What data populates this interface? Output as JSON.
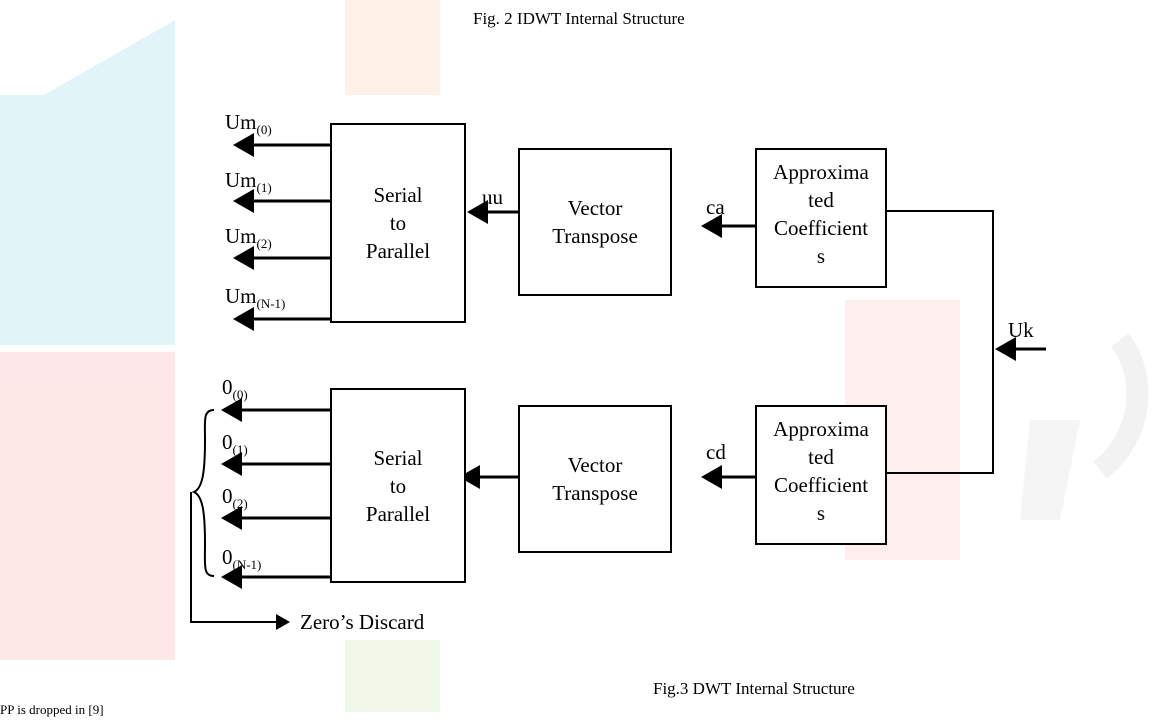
{
  "caption_top": "Fig. 2 IDWT Internal Structure",
  "caption_bottom": "Fig.3 DWT Internal Structure",
  "footer_partial": "PP is dropped in [9]",
  "top_branch": {
    "serial_parallel": "Serial\nto\nParallel",
    "vector_transpose": "Vector\nTranspose",
    "approx_coeff": "Approxima\nted\nCoefficient\ns",
    "signal_uu": "uu",
    "signal_ca": "ca",
    "outputs": [
      {
        "base": "Um",
        "sub": "(0)"
      },
      {
        "base": "Um",
        "sub": "(1)"
      },
      {
        "base": "Um",
        "sub": "(2)"
      },
      {
        "base": "Um",
        "sub": "(N-1)"
      }
    ]
  },
  "bottom_branch": {
    "serial_parallel": "Serial\nto\nParallel",
    "vector_transpose": "Vector\nTranspose",
    "approx_coeff": "Approxima\nted\nCoefficient\ns",
    "signal_cd": "cd",
    "outputs": [
      {
        "base": "0",
        "sub": "(0)"
      },
      {
        "base": "0",
        "sub": "(1)"
      },
      {
        "base": "0",
        "sub": "(2)"
      },
      {
        "base": "0",
        "sub": "(N-1)"
      }
    ],
    "discard_label": "Zero’s Discard"
  },
  "input_label": "Uk"
}
